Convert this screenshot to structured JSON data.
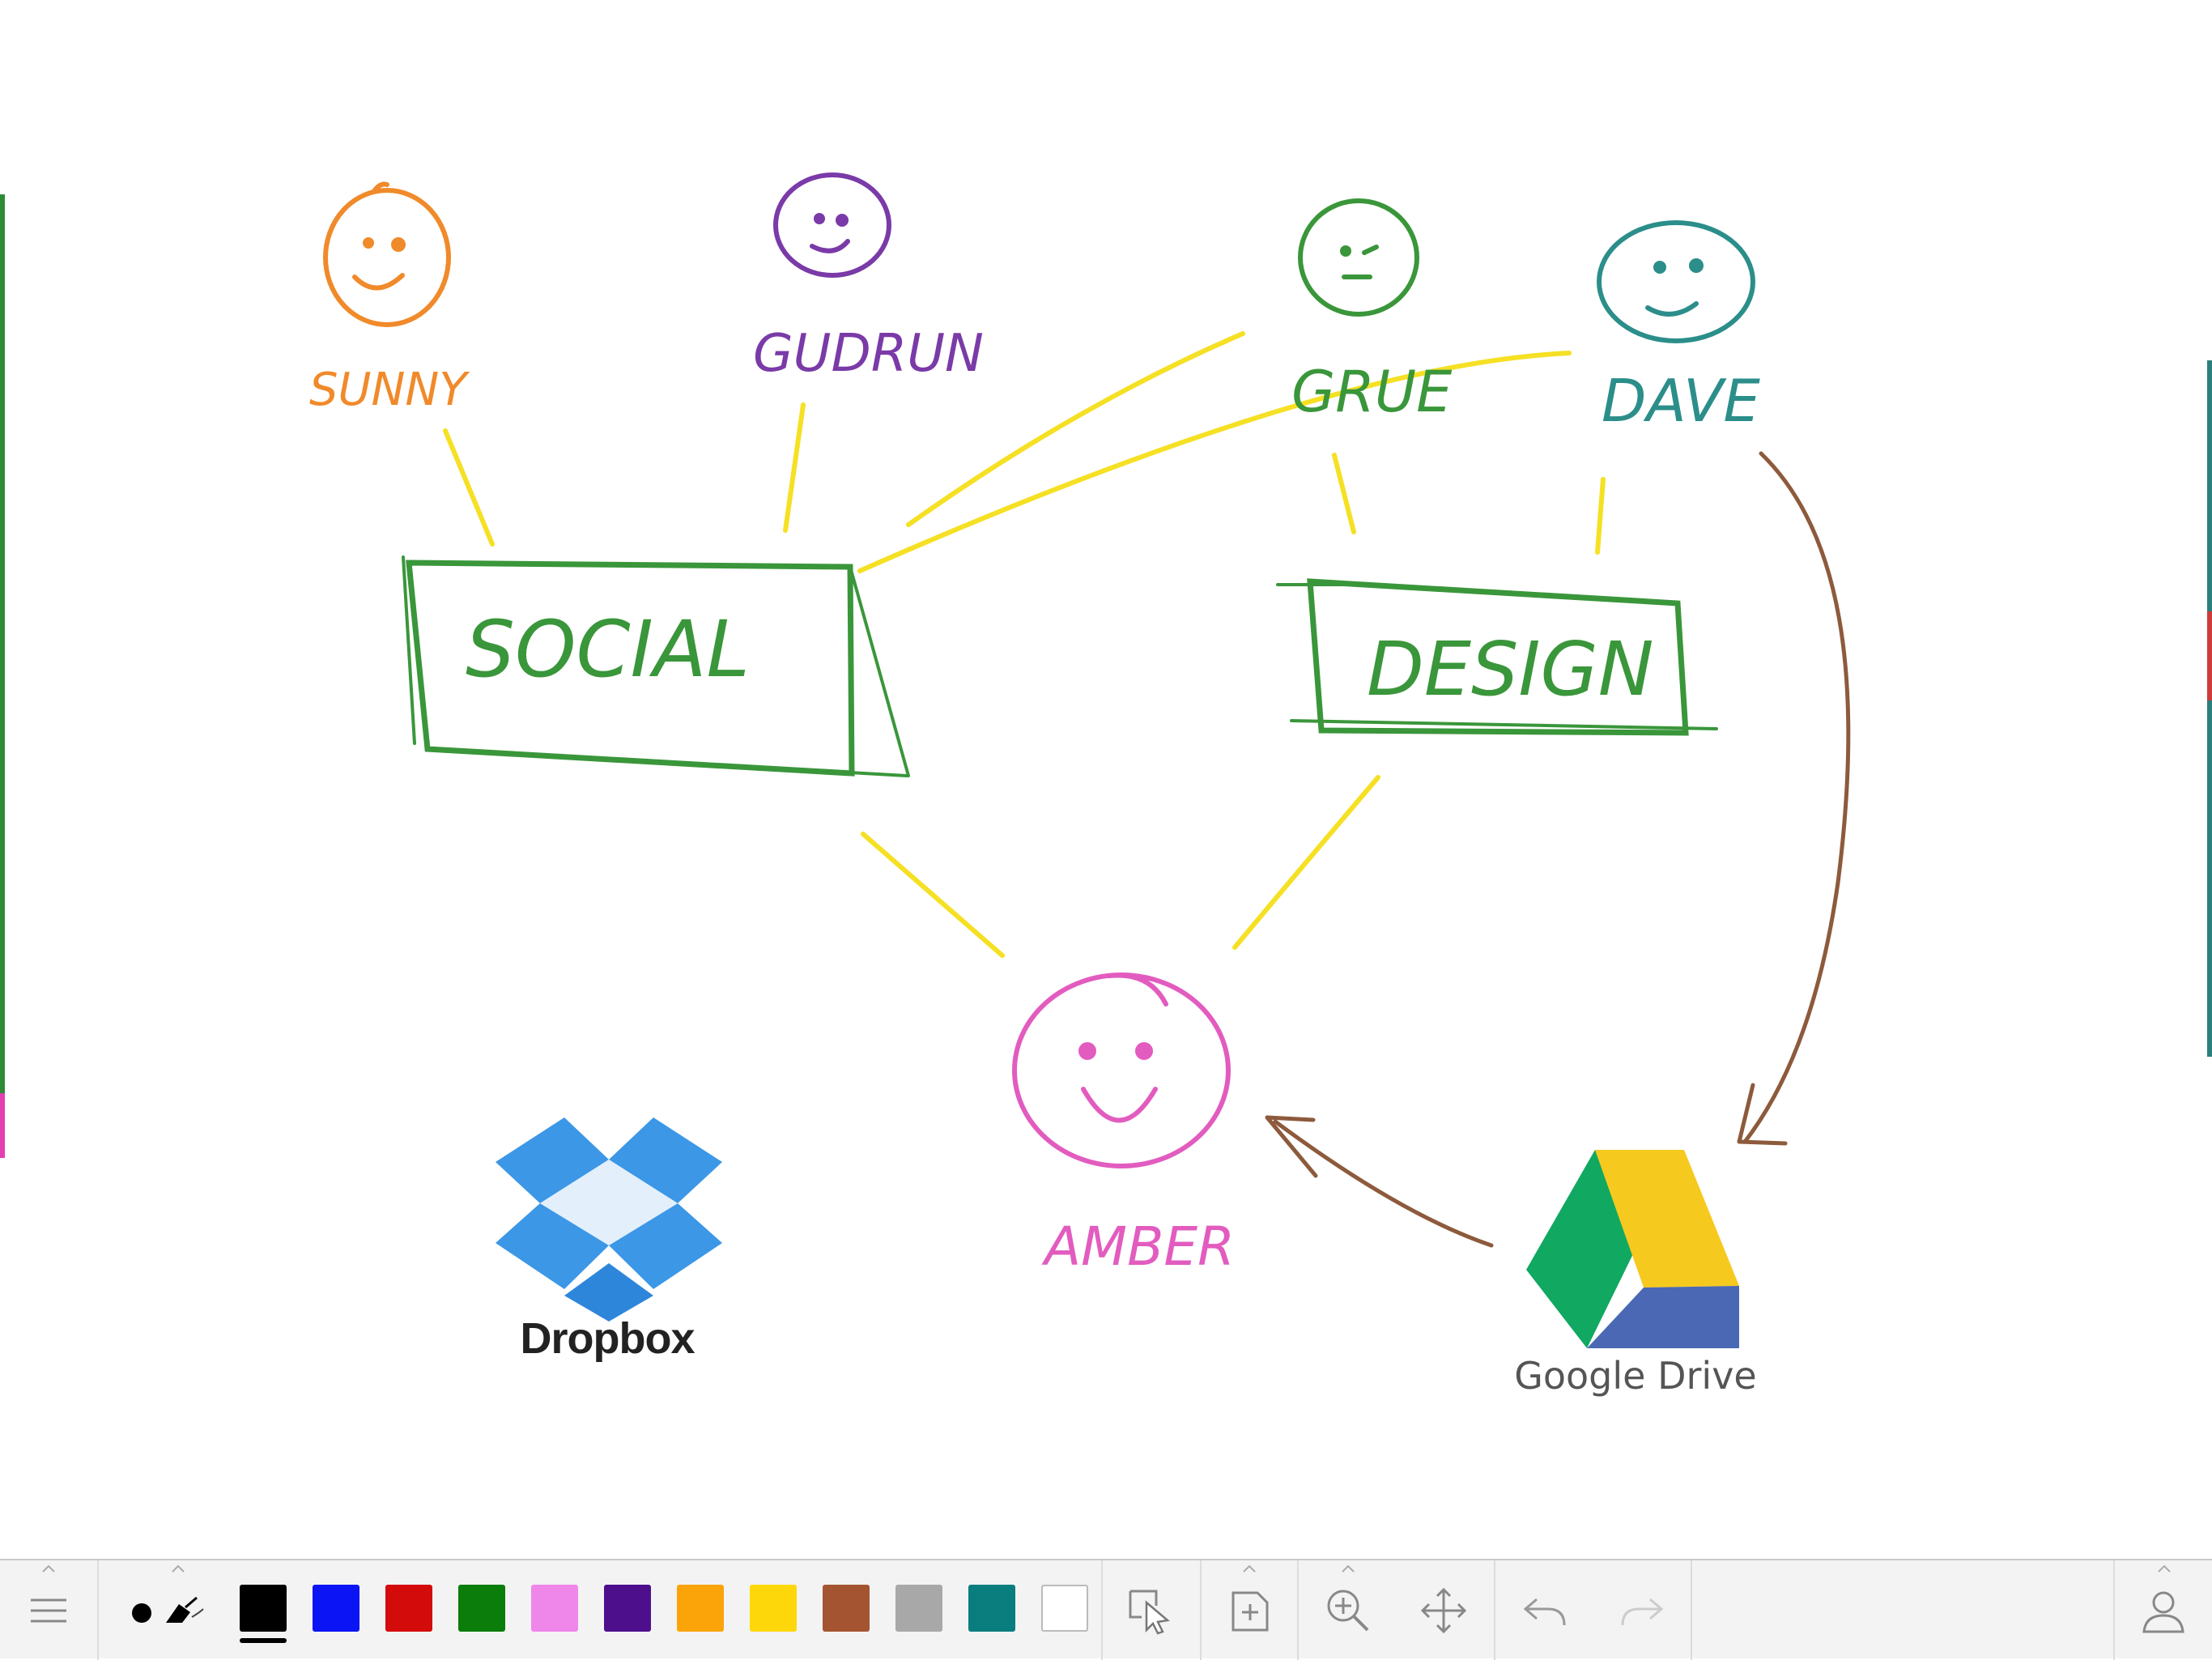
{
  "canvas": {
    "people": [
      {
        "id": "sunny",
        "label": "SUNNY",
        "color": "#f08a2a"
      },
      {
        "id": "gudrun",
        "label": "GUDRUN",
        "color": "#7a3aa8"
      },
      {
        "id": "grue",
        "label": "GRUE",
        "color": "#3a963a"
      },
      {
        "id": "dave",
        "label": "DAVE",
        "color": "#2b8e8a"
      },
      {
        "id": "amber",
        "label": "AMBER",
        "color": "#e25cbf"
      }
    ],
    "boxes": [
      {
        "id": "social",
        "label": "SOCIAL",
        "color": "#3a963a"
      },
      {
        "id": "design",
        "label": "DESIGN",
        "color": "#3a963a"
      }
    ],
    "connector_color": "#f5e024",
    "arrow_color": "#8d5a3c",
    "logos": {
      "dropbox": {
        "label": "Dropbox",
        "icon": "dropbox-logo"
      },
      "gdrive": {
        "label": "Google Drive",
        "icon": "google-drive-logo"
      }
    }
  },
  "toolbar": {
    "menu_icon": "hamburger-menu-icon",
    "pen_icon": "pen-dot-icon",
    "selected_color": "#000000",
    "swatches": [
      {
        "name": "black",
        "hex": "#000000"
      },
      {
        "name": "blue",
        "hex": "#0a14f5"
      },
      {
        "name": "red",
        "hex": "#d40b0b"
      },
      {
        "name": "green",
        "hex": "#0a7d0a"
      },
      {
        "name": "pink",
        "hex": "#ef86ea"
      },
      {
        "name": "purple",
        "hex": "#4e0f8d"
      },
      {
        "name": "orange",
        "hex": "#fba40a"
      },
      {
        "name": "yellow",
        "hex": "#fed70a"
      },
      {
        "name": "brown",
        "hex": "#a45430"
      },
      {
        "name": "gray",
        "hex": "#a8a8a8"
      },
      {
        "name": "teal",
        "hex": "#0a7d7e"
      },
      {
        "name": "white",
        "hex": "#ffffff"
      }
    ],
    "tools": [
      "select-icon",
      "add-page-icon",
      "zoom-icon",
      "move-icon",
      "undo-icon",
      "redo-icon",
      "user-icon"
    ]
  }
}
